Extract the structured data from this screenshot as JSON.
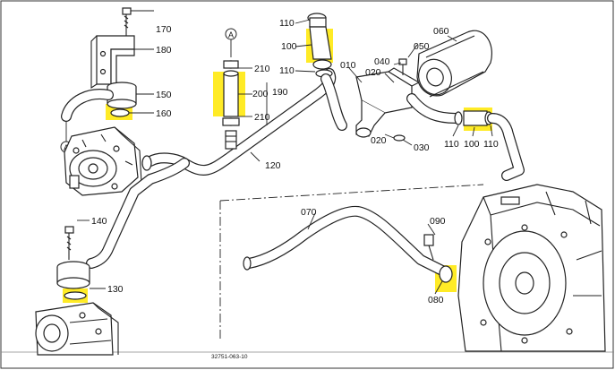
{
  "parts": [
    {
      "id": "p170",
      "label": "170"
    },
    {
      "id": "p180",
      "label": "180"
    },
    {
      "id": "p150",
      "label": "150"
    },
    {
      "id": "p160",
      "label": "160"
    },
    {
      "id": "p210a",
      "label": "210"
    },
    {
      "id": "p200",
      "label": "200"
    },
    {
      "id": "p190",
      "label": "190"
    },
    {
      "id": "p210b",
      "label": "210"
    },
    {
      "id": "p110a",
      "label": "110"
    },
    {
      "id": "p100a",
      "label": "100"
    },
    {
      "id": "p110b",
      "label": "110"
    },
    {
      "id": "p010",
      "label": "010"
    },
    {
      "id": "p020a",
      "label": "020"
    },
    {
      "id": "p040",
      "label": "040"
    },
    {
      "id": "p050",
      "label": "050"
    },
    {
      "id": "p060",
      "label": "060"
    },
    {
      "id": "p020b",
      "label": "020"
    },
    {
      "id": "p030",
      "label": "030"
    },
    {
      "id": "p110c",
      "label": "110"
    },
    {
      "id": "p100b",
      "label": "100"
    },
    {
      "id": "p110d",
      "label": "110"
    },
    {
      "id": "p120",
      "label": "120"
    },
    {
      "id": "p140",
      "label": "140"
    },
    {
      "id": "p130",
      "label": "130"
    },
    {
      "id": "p070",
      "label": "070"
    },
    {
      "id": "p090",
      "label": "090"
    },
    {
      "id": "p080",
      "label": "080"
    }
  ],
  "markers": {
    "a_top": "A",
    "a_left": "A"
  },
  "figure_code": "32751-063-10",
  "highlight_color": "#ffe800"
}
